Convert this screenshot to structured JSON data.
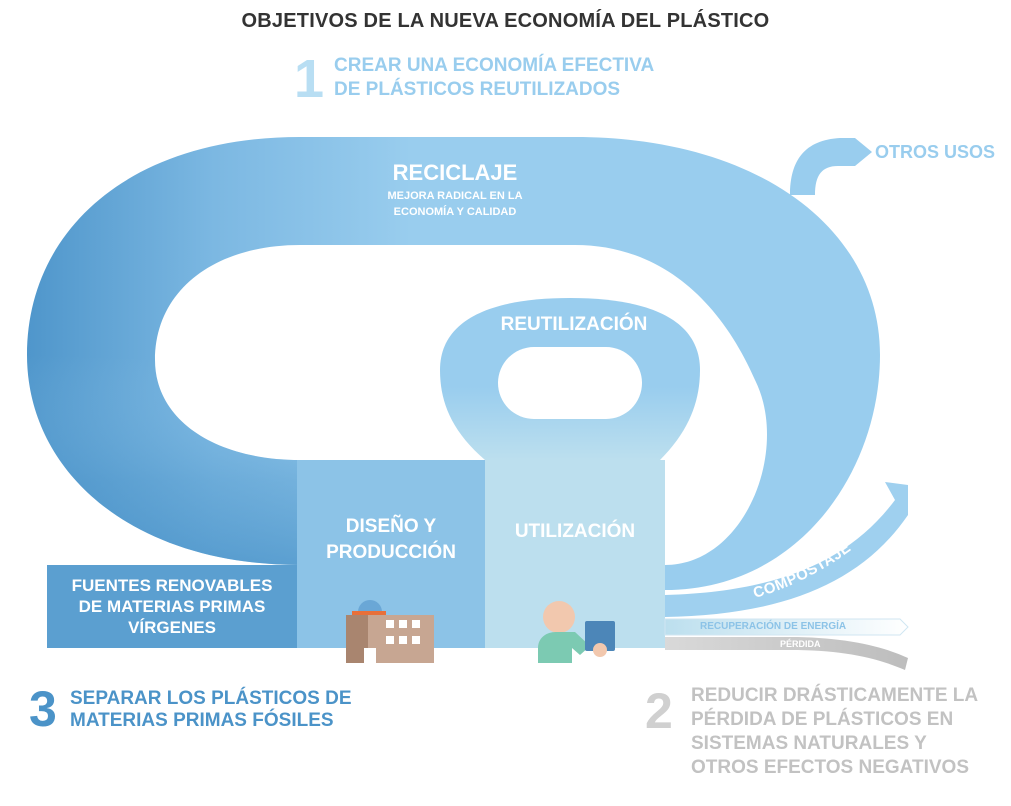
{
  "title": "OBJETIVOS DE LA NUEVA ECONOMÍA DEL PLÁSTICO",
  "goal1": {
    "number": "1",
    "line1": "CREAR UNA ECONOMÍA EFECTIVA",
    "line2": "DE PLÁSTICOS REUTILIZADOS"
  },
  "goal2": {
    "number": "2",
    "line1": "REDUCIR DRÁSTICAMENTE LA",
    "line2": "PÉRDIDA DE PLÁSTICOS EN",
    "line3": "SISTEMAS NATURALES Y",
    "line4": "OTROS EFECTOS NEGATIVOS"
  },
  "goal3": {
    "number": "3",
    "line1": "SEPARAR LOS PLÁSTICOS DE",
    "line2": "MATERIAS PRIMAS FÓSILES"
  },
  "loops": {
    "recycling": {
      "label": "RECICLAJE",
      "sub1": "MEJORA RADICAL EN LA",
      "sub2": "ECONOMÍA Y CALIDAD"
    },
    "reuse": "REUTILIZACIÓN",
    "other_uses": "OTROS USOS"
  },
  "blocks": {
    "sources": {
      "line1": "FUENTES RENOVABLES",
      "line2": "DE MATERIAS PRIMAS",
      "line3": "VÍRGENES"
    },
    "design": {
      "line1": "DISEÑO Y",
      "line2": "PRODUCCIÓN"
    },
    "use": "UTILIZACIÓN"
  },
  "outflows": {
    "composting": "COMPOSTAJE",
    "energy": "RECUPERACIÓN DE ENERGÍA",
    "loss": "PÉRDIDA"
  },
  "icons": [
    "factory-icon",
    "person-with-package-icon"
  ],
  "colors": {
    "light_blue": "#99cdee",
    "mid_blue": "#8cc3e7",
    "dark_blue": "#4b93c8",
    "pale_blue": "#bcdfee",
    "grey": "#c8c8c8",
    "title": "#333333"
  }
}
